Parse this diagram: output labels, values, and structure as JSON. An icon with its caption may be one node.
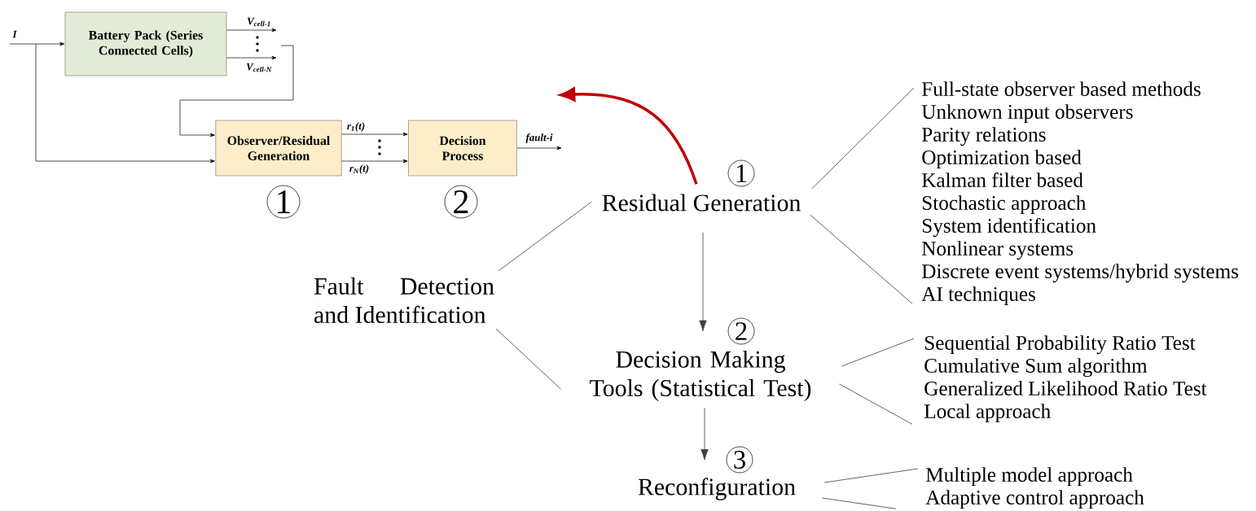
{
  "diagram": {
    "nodes": [
      {
        "text": [
          "Battery Pack (Series Connected Cells)"
        ]
      },
      {
        "text": [
          "Observer/Residual Generation"
        ],
        "beside": [
          "1"
        ]
      },
      {
        "text": [
          "Decision Process"
        ],
        "beside": [
          "2"
        ]
      },
      {
        "text": [
          "Fault Detection and Identification"
        ]
      },
      {
        "text": [
          "Residual Generation"
        ],
        "beside": [
          "1"
        ]
      },
      {
        "text": [
          "Decision Making Tools (Statistical Test)"
        ],
        "beside": [
          "2"
        ]
      },
      {
        "text": [
          "Reconfiguration"
        ],
        "beside": [
          "3"
        ]
      },
      {
        "text": [
          "Full-state observer based methods",
          "Unknown input observers",
          "Parity relations",
          "Optimization based",
          "Kalman filter based",
          "Stochastic approach",
          "System identification",
          "Nonlinear systems",
          "Discrete event systems/hybrid systems",
          "AI techniques"
        ]
      },
      {
        "text": [
          "Sequential Probability Ratio Test",
          "Cumulative Sum algorithm",
          "Generalized Likelihood Ratio Test",
          "Local approach"
        ]
      },
      {
        "text": [
          "Multiple model approach",
          "Adaptive control approach"
        ]
      }
    ],
    "edges": [
      {
        "from": null,
        "to": 0,
        "arrow": "to",
        "label": "I"
      },
      {
        "from": null,
        "to": 1,
        "arrow": "to"
      },
      {
        "from": 0,
        "to": null,
        "arrow": "to",
        "label": "V$_{cell-1}$"
      },
      {
        "from": 0,
        "to": null,
        "arrow": "to",
        "label": "V$_{cell-N}$"
      },
      {
        "from": null,
        "to": 1,
        "arrow": "to"
      },
      {
        "from": 1,
        "to": 2,
        "arrow": "to",
        "label": "r$_{1}$(t)"
      },
      {
        "from": 1,
        "to": 2,
        "arrow": "to",
        "label": "r$_{N}$(t)"
      },
      {
        "from": 2,
        "to": null,
        "arrow": "to",
        "label": "fault-i"
      },
      {
        "from": 3,
        "to": 4,
        "arrow": "none"
      },
      {
        "from": 3,
        "to": 5,
        "arrow": "none"
      },
      {
        "from": 4,
        "to": 5,
        "arrow": "to"
      },
      {
        "from": 5,
        "to": 6,
        "arrow": "to"
      },
      {
        "from": 4,
        "to": 7,
        "arrow": "none"
      },
      {
        "from": 4,
        "to": 7,
        "arrow": "none"
      },
      {
        "from": 5,
        "to": 8,
        "arrow": "none"
      },
      {
        "from": 5,
        "to": 8,
        "arrow": "none"
      },
      {
        "from": 6,
        "to": 9,
        "arrow": "none"
      },
      {
        "from": 6,
        "to": 9,
        "arrow": "none"
      },
      {
        "from": 4,
        "to": null,
        "arrow": "to",
        "style": "thick",
        "color": "#c00000"
      }
    ]
  }
}
